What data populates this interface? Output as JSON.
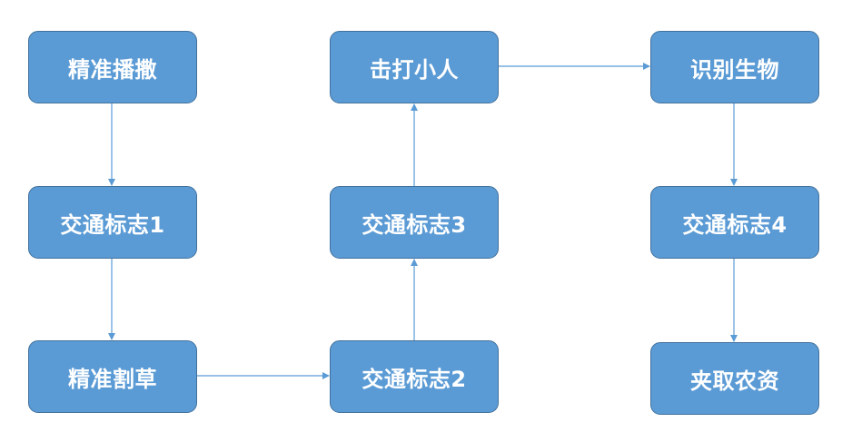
{
  "nodes": {
    "precision_sowing": "精准播撒",
    "traffic_sign_1": "交通标志1",
    "precision_mowing": "精准割草",
    "traffic_sign_2": "交通标志2",
    "traffic_sign_3": "交通标志3",
    "hit_villain": "击打小人",
    "identify_creature": "识别生物",
    "traffic_sign_4": "交通标志4",
    "grab_supplies": "夹取农资"
  },
  "colors": {
    "node_fill": "#5b9bd5",
    "node_border": "#41719c",
    "node_text": "#ffffff",
    "connector": "#5b9bd5"
  }
}
